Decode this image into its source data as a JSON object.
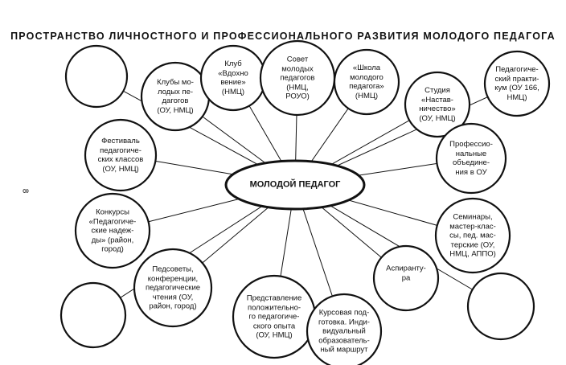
{
  "title": "ПРОСТРАНСТВО ЛИЧНОСТНОГО И ПРОФЕССИОНАЛЬНОГО РАЗВИТИЯ МОЛОДОГО ПЕДАГОГА",
  "page_number": "8",
  "center": "МОЛОДОЙ ПЕДАГОГ",
  "nodes": {
    "clubs": "Клубы мо-\nлодых пе-\nдагогов\n(ОУ, НМЦ)",
    "inspiration": "Клуб\n«Вдохно\nвение»\n(НМЦ)",
    "council": "Совет\nмолодых\nпедагогов\n(НМЦ,\nРОУО)",
    "school": "«Школа\nмолодого\nпедагога»\n(НМЦ)",
    "studio": "Студия\n«Настав-\nничество»\n(ОУ, НМЦ)",
    "practicum": "Педагогиче-\nский практи-\nкум (ОУ 166,\nНМЦ)",
    "festival": "Фестиваль\nпедагогиче-\nских классов\n(ОУ, НМЦ)",
    "associations": "Профессио-\nнальные\nобъедине-\nния в ОУ",
    "contests": "Конкурсы\n«Педагогиче-\nские надеж-\nды» (район,\nгород)",
    "seminars": "Семинары,\nмастер-клас-\nсы, пед. мас-\nтерские (ОУ,\nНМЦ, АППО)",
    "councils": "Педсоветы,\nконференции,\nпедагогические\nчтения (ОУ,\nрайон, город)",
    "experience": "Представление\nположительно-\nго педагогиче-\nского опыта\n(ОУ, НМЦ)",
    "courses": "Курсовая под-\nготовка. Инди-\nвидуальный\nобразователь-\nный маршрут",
    "postgrad": "Аспиранту-\nра"
  }
}
